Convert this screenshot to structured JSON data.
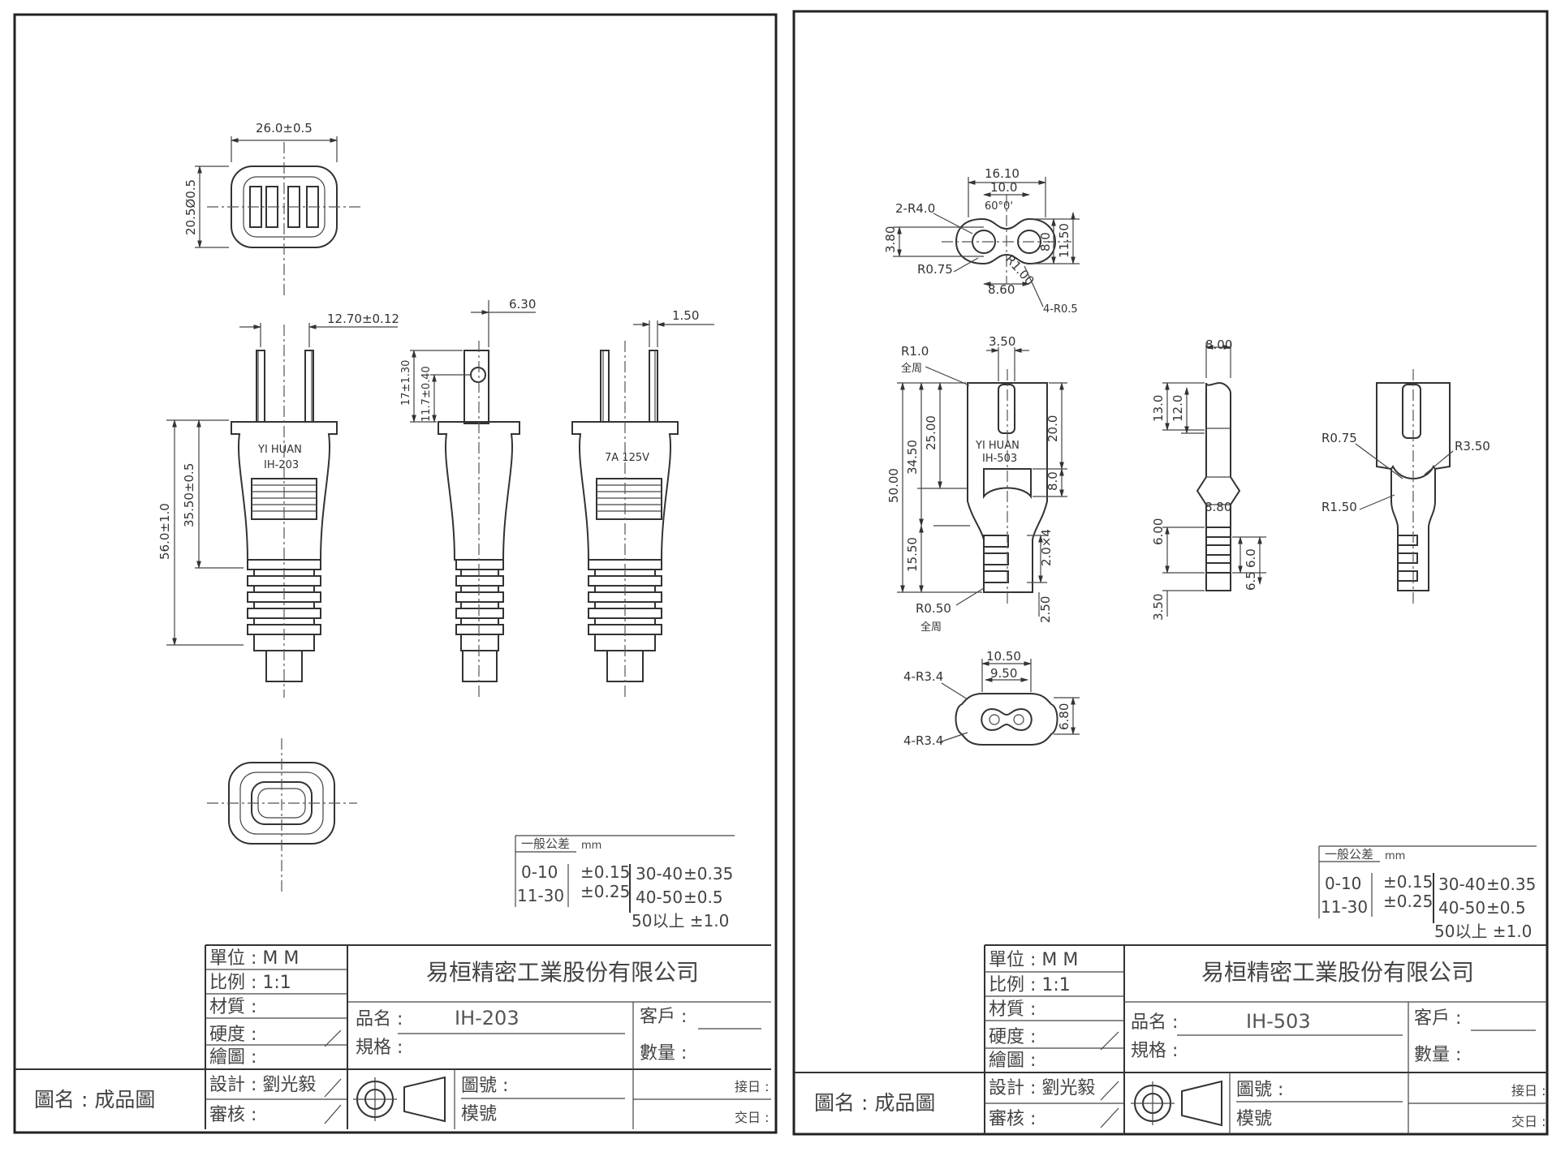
{
  "sheets": [
    {
      "dims": {
        "top_width": "26.0±0.5",
        "top_height": "20.5Ø0.5",
        "pin_pitch": "12.70±0.12",
        "pin_thick": "6.30",
        "pin_w": "1.50",
        "pin_len": "17±1.30",
        "hole_pos": "11.7±0.40",
        "body_len": "56.0±1.0",
        "head_len": "35.50±0.5"
      },
      "body_text": [
        "YI  HUAN",
        "IH-203"
      ],
      "rating_text": "7A  125V",
      "tolerance": {
        "title": "一般公差",
        "unit": "mm",
        "r1a": "0-10",
        "r1b": "±0.15",
        "r1c": "30-40",
        "r1d": "±0.35",
        "r2a": "11-30",
        "r2b": "±0.25",
        "r2c": "40-50",
        "r2d": "±0.5",
        "r3": "50以上  ±1.0"
      },
      "title_block": {
        "unit": "單位 : M    M",
        "scale": "比例 :    1:1",
        "material": "材質 :",
        "hardness": "硬度 :",
        "drawn": "繪圖 :",
        "design": "設計 :  劉光毅",
        "review": "審核 :",
        "company": "易桓精密工業股份有限公司",
        "product_label": "品名 :",
        "product": "IH-203",
        "spec": "規格 :",
        "customer": "客戶 :",
        "quantity": "數量 :",
        "drawing_no": "圖號 :",
        "mold_no": "模號",
        "receive": "接日 :",
        "deliver": "交日 :",
        "drawing_name": "圖名 : 成品圖"
      }
    },
    {
      "dims": {
        "w1": "16.10",
        "w2": "10.0",
        "angle": "60°0'",
        "r1": "2-R4.0",
        "h1": "3.80",
        "r2": "R0.75",
        "h2": "8.0",
        "h3": "11.50",
        "r3": "R1.00",
        "w3": "8.60",
        "r4": "4-R0.5",
        "r5": "R1.0",
        "all1": "全周",
        "w4": "3.50",
        "w5": "8.00",
        "l1": "50.00",
        "l2": "34.50",
        "l3": "25.00",
        "l4": "20.0",
        "l5": "8.0",
        "l6": "15.50",
        "l7": "2.0×4",
        "l8": "2.50",
        "r6": "R0.50",
        "all2": "全周",
        "s1": "13.0",
        "s2": "12.0",
        "s3": "8.80",
        "s4": "6.00",
        "s5": "6.0",
        "s6": "6.5",
        "s7": "3.50",
        "r7": "R0.75",
        "r8": "R3.50",
        "r9": "R1.50",
        "b1": "10.50",
        "b2": "9.50",
        "b3": "4-R3.4",
        "b4": "4-R3.4",
        "b5": "6.80"
      },
      "body_text": [
        "YI  HUAN",
        "IH-503"
      ],
      "tolerance": {
        "title": "一般公差",
        "unit": "mm",
        "r1a": "0-10",
        "r1b": "±0.15",
        "r1c": "30-40",
        "r1d": "±0.35",
        "r2a": "11-30",
        "r2b": "±0.25",
        "r2c": "40-50",
        "r2d": "±0.5",
        "r3": "50以上  ±1.0"
      },
      "title_block": {
        "unit": "單位 : M    M",
        "scale": "比例 :    1:1",
        "material": "材質 :",
        "hardness": "硬度 :",
        "drawn": "繪圖 :",
        "design": "設計 :  劉光毅",
        "review": "審核 :",
        "company": "易桓精密工業股份有限公司",
        "product_label": "品名 :",
        "product": "IH-503",
        "spec": "規格 :",
        "customer": "客戶 :",
        "quantity": "數量 :",
        "drawing_no": "圖號 :",
        "mold_no": "模號",
        "receive": "接日 :",
        "deliver": "交日 :",
        "drawing_name": "圖名 : 成品圖"
      }
    }
  ]
}
